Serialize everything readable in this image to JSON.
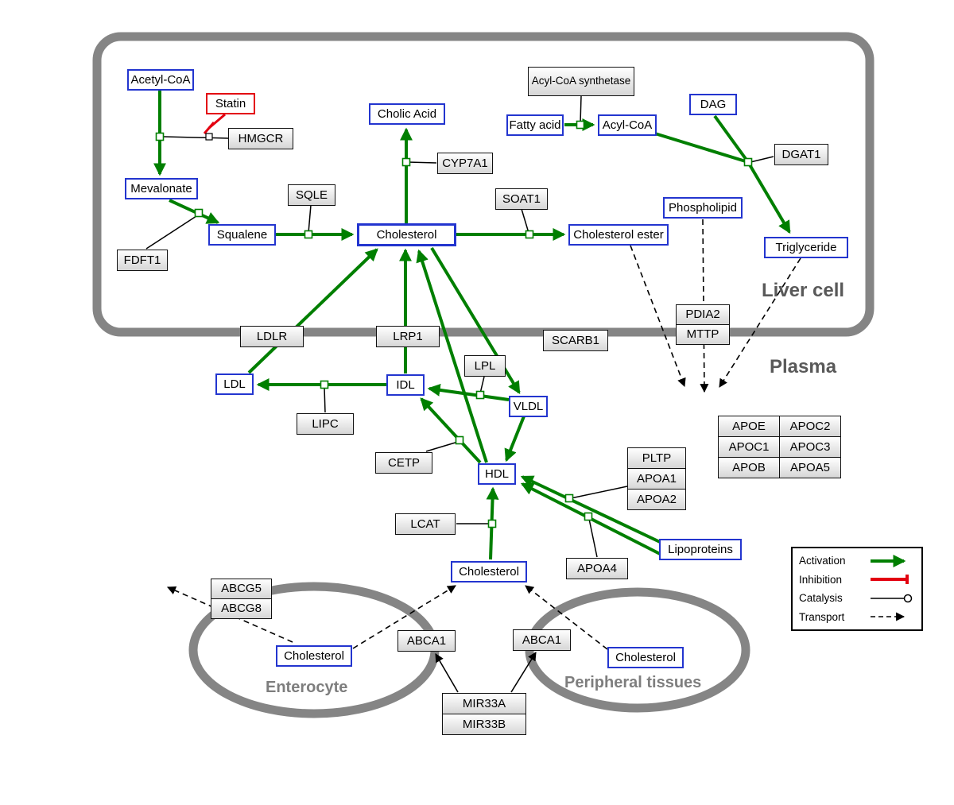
{
  "compartments": {
    "liver": "Liver cell",
    "plasma": "Plasma",
    "enterocyte": "Enterocyte",
    "peripheral": "Peripheral tissues"
  },
  "metabolites": {
    "acetyl_coa": "Acetyl-CoA",
    "mevalonate": "Mevalonate",
    "squalene": "Squalene",
    "cholesterol_liver": "Cholesterol",
    "cholic_acid": "Cholic Acid",
    "fatty_acid": "Fatty acid",
    "acyl_coa": "Acyl-CoA",
    "dag": "DAG",
    "phospholipid": "Phospholipid",
    "triglyceride": "Triglyceride",
    "cholesterol_ester": "Cholesterol ester",
    "ldl": "LDL",
    "idl": "IDL",
    "vldl": "VLDL",
    "hdl": "HDL",
    "cholesterol_plasma": "Cholesterol",
    "lipoproteins": "Lipoproteins",
    "cholesterol_enterocyte": "Cholesterol",
    "cholesterol_peripheral": "Cholesterol"
  },
  "genes": {
    "statin": "Statin",
    "hmgcr": "HMGCR",
    "fdft1": "FDFT1",
    "sqle": "SQLE",
    "cyp7a1": "CYP7A1",
    "soat1": "SOAT1",
    "acyl_coa_synthetase": "Acyl-CoA synthetase",
    "dgat1": "DGAT1",
    "pdia2": "PDIA2",
    "mttp": "MTTP",
    "ldlr": "LDLR",
    "lrp1": "LRP1",
    "scarb1": "SCARB1",
    "lpl": "LPL",
    "lipc": "LIPC",
    "cetp": "CETP",
    "lcat": "LCAT",
    "pltp": "PLTP",
    "apoa1": "APOA1",
    "apoa2": "APOA2",
    "apoa4": "APOA4",
    "apoe": "APOE",
    "apoc1": "APOC1",
    "apob": "APOB",
    "apoc2": "APOC2",
    "apoc3": "APOC3",
    "apoa5": "APOA5",
    "abcg5": "ABCG5",
    "abcg8": "ABCG8",
    "abca1_enterocyte": "ABCA1",
    "abca1_peripheral": "ABCA1",
    "mir33a": "MIR33A",
    "mir33b": "MIR33B"
  },
  "legend": {
    "activation": "Activation",
    "inhibition": "Inhibition",
    "catalysis": "Catalysis",
    "transport": "Transport"
  },
  "colors": {
    "activation": "#007f00",
    "inhibition": "#e30010",
    "metabolite_border": "#2335cf",
    "compartment": "#858585"
  }
}
